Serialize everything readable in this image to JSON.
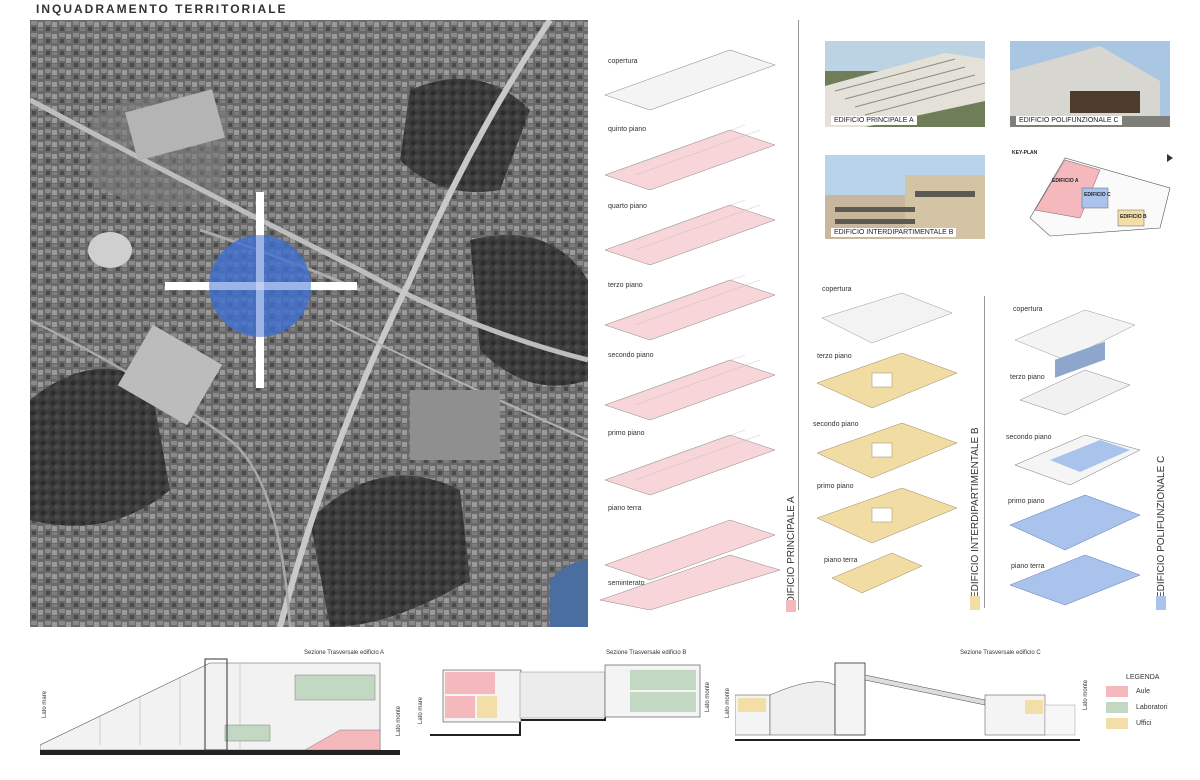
{
  "header": {
    "title": "INQUADRAMENTO TERRITORIALE"
  },
  "colors": {
    "aule": "#f4b8bd",
    "laboratori": "#c2d8c2",
    "uffici": "#f4dea7",
    "building_b": "#f1dca4",
    "building_c": "#a9c3ec",
    "target": "#3d6fd1"
  },
  "photos": [
    {
      "label": "EDIFICIO PRINCIPALE A"
    },
    {
      "label": "EDIFICIO POLIFUNZIONALE C"
    },
    {
      "label": "EDIFICIO INTERDIPARTIMENTALE B"
    }
  ],
  "keyplan": {
    "title": "KEY-PLAN",
    "labels": [
      "EDIFICIO A",
      "EDIFICIO C",
      "EDIFICIO B"
    ]
  },
  "building_a": {
    "title": "EDIFICIO PRINCIPALE A",
    "floors": [
      "copertura",
      "quinto piano",
      "quarto piano",
      "terzo piano",
      "secondo piano",
      "primo piano",
      "piano terra",
      "seminterato"
    ]
  },
  "building_b": {
    "title": "EDIFICIO INTERDIPARTIMENTALE B",
    "floors": [
      "copertura",
      "terzo piano",
      "secondo piano",
      "primo piano",
      "piano terra"
    ]
  },
  "building_c": {
    "title": "EDIFICIO POLIFUNZIONALE C",
    "floors": [
      "copertura",
      "terzo piano",
      "secondo piano",
      "primo piano",
      "piano terra"
    ]
  },
  "sections": [
    {
      "title": "Sezione Trasversale edificio A",
      "left": "Lato mare",
      "right": "Lato monte"
    },
    {
      "title": "Sezione Trasversale edificio B",
      "left": "Lato mare",
      "right": "Lato monte"
    },
    {
      "title": "Sezione Trasversale edificio C",
      "left": "Lato monte",
      "right": "Lato monte"
    }
  ],
  "legend": {
    "title": "LEGENDA",
    "items": [
      "Aule",
      "Laboratori",
      "Uffici"
    ]
  }
}
